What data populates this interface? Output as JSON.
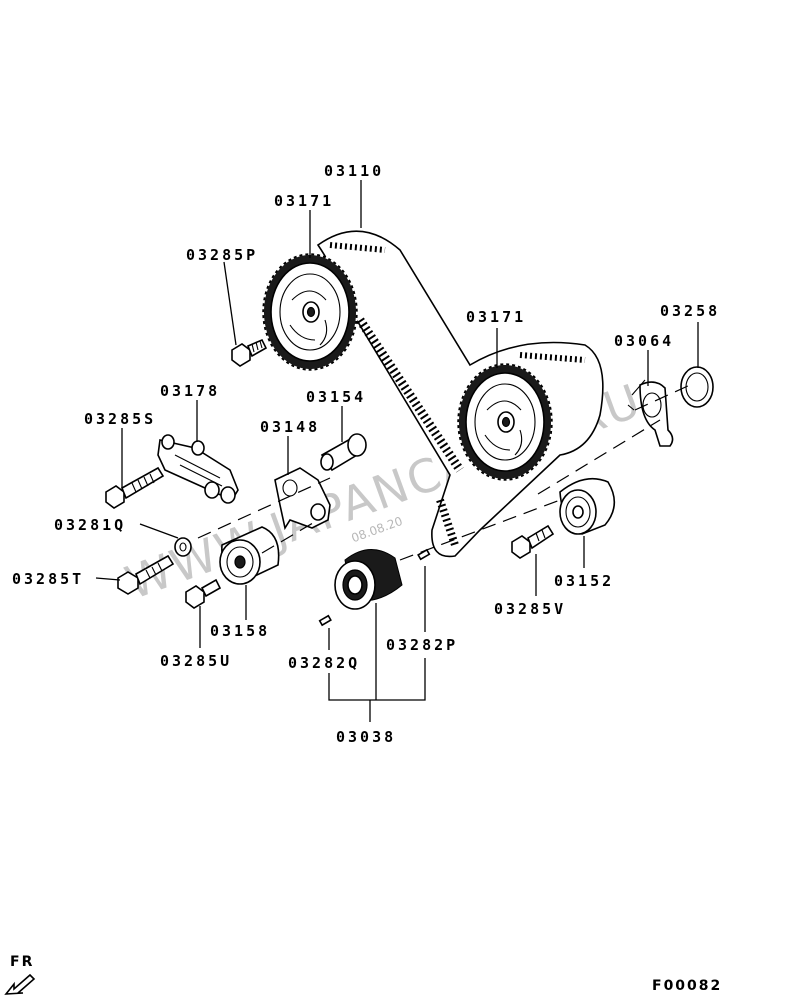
{
  "diagram": {
    "callouts": {
      "c03110": "03110",
      "c03171a": "03171",
      "c03285P": "03285P",
      "c03171b": "03171",
      "c03258": "03258",
      "c03064": "03064",
      "c03178": "03178",
      "c03154": "03154",
      "c03285S": "03285S",
      "c03148": "03148",
      "c03281Q": "03281Q",
      "c03285T": "03285T",
      "c03158": "03158",
      "c03285U": "03285U",
      "c03152": "03152",
      "c03285V": "03285V",
      "c03282P": "03282P",
      "c03282Q": "03282Q",
      "c03038": "03038"
    },
    "orientation_label": "FR",
    "figure_code": "F00082",
    "watermark": "WWW.JAPANCARTS.RU",
    "watermark_date": "08.08.20"
  }
}
